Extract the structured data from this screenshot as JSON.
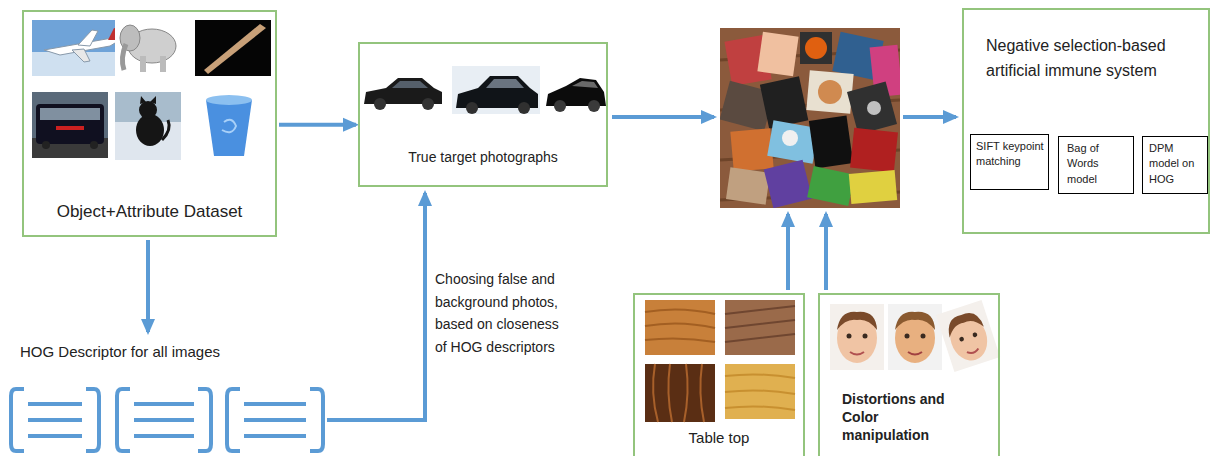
{
  "diagram": {
    "nodes": [
      {
        "text": [
          "Object+Attribute Dataset"
        ]
      },
      {
        "text": [
          "True target photographs"
        ]
      },
      {
        "text": [
          "Negative selection-based artificial immune system"
        ]
      },
      {
        "text": [
          "SIFT keypoint matching"
        ],
        "in": 2
      },
      {
        "text": [
          "Bag of Words model"
        ],
        "in": 2
      },
      {
        "text": [
          "DPM model on HOG"
        ],
        "in": 2
      },
      {
        "text": [
          "Table top"
        ]
      },
      {
        "text": [
          "Distortions and Color manipulation"
        ]
      }
    ],
    "edges": [
      {
        "from": 0,
        "to": 1,
        "arrow": "to"
      }
    ],
    "labels": [
      "HOG Descriptor for all images",
      "Choosing false and background photos, based on closeness of HOG descriptors"
    ]
  }
}
